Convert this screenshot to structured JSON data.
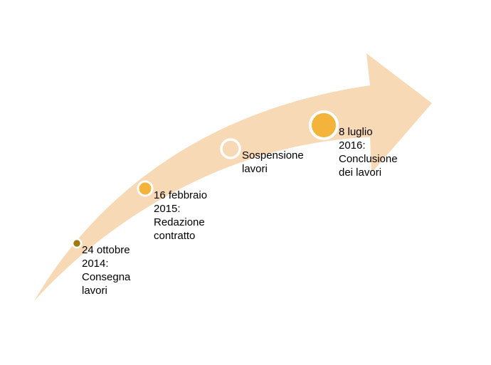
{
  "colors": {
    "arrow_fill": "#F8D9B5",
    "marker_gold": "#F4B33A",
    "marker_dark_gold": "#A07A10",
    "marker_ring": "#FFFFFF"
  },
  "timeline": {
    "events": [
      {
        "text": "24 ottobre\n2014:\nConsegna\nlavori",
        "marker": "small-dark-dot"
      },
      {
        "text": "16 febbraio\n2015:\nRedazione\ncontratto",
        "marker": "gold-dot"
      },
      {
        "text": "Sospensione\nlavori",
        "marker": "hollow-ring"
      },
      {
        "text": "8 luglio\n2016:\nConclusione\ndei lavori",
        "marker": "large-gold-dot"
      }
    ]
  }
}
